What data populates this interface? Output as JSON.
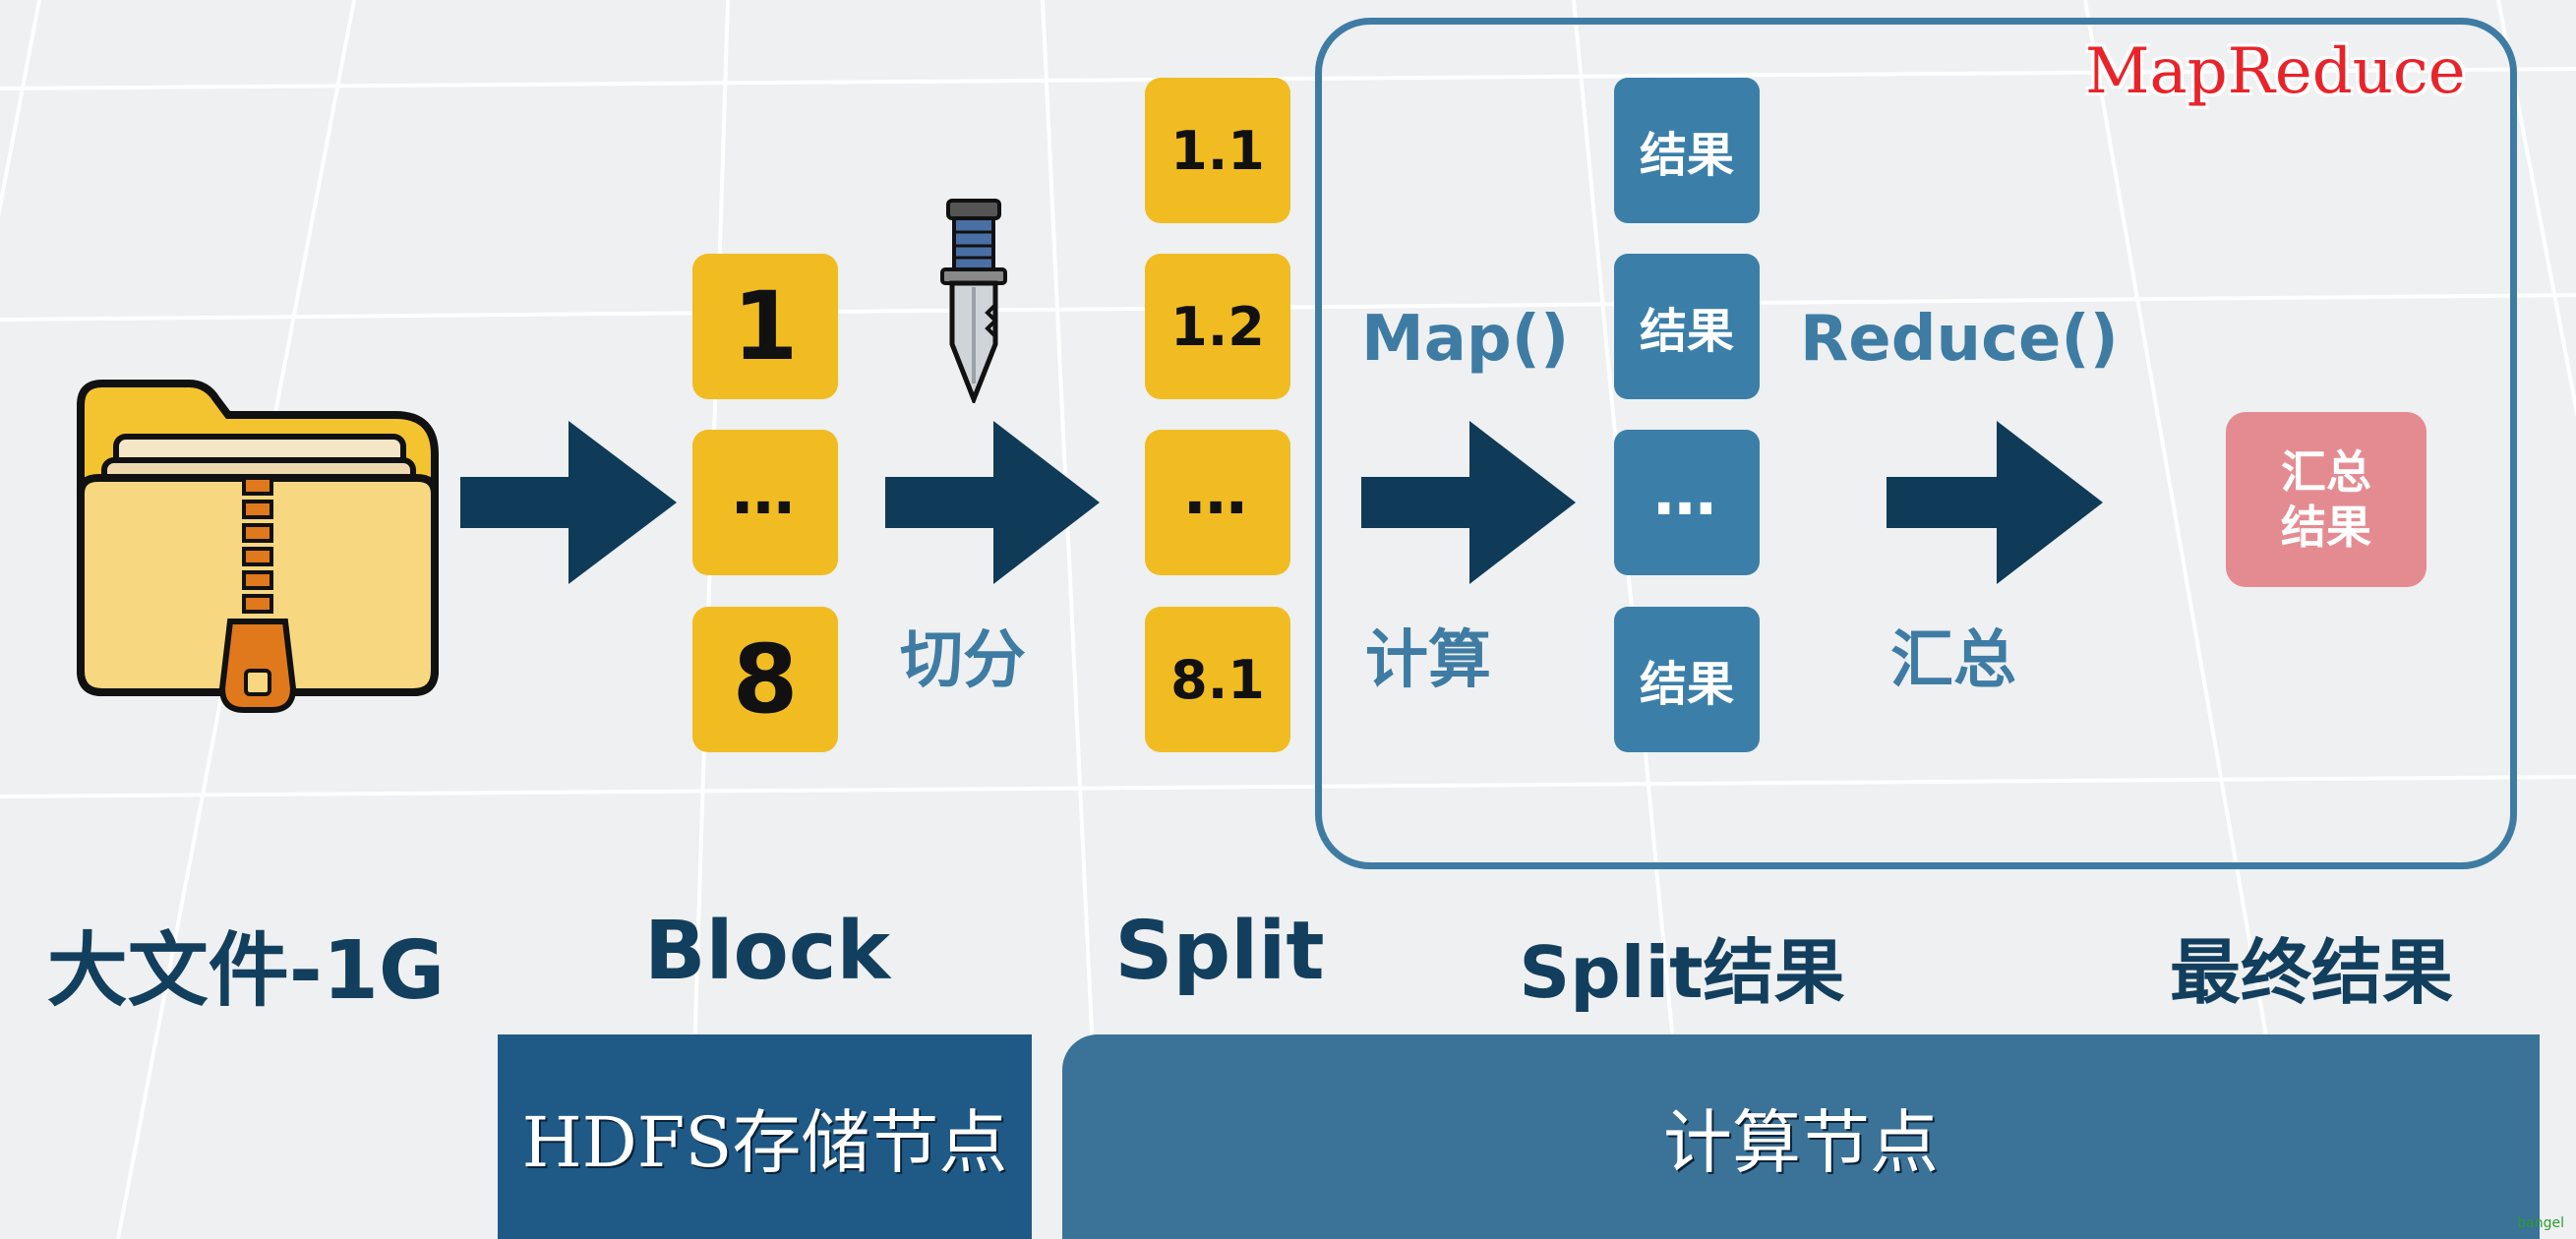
{
  "stages": {
    "file_label": "大文件-1G",
    "block_label": "Block",
    "split_label": "Split",
    "split_result_label": "Split结果",
    "final_result_label": "最终结果"
  },
  "blocks": [
    "1",
    "…",
    "8"
  ],
  "splits": [
    "1.1",
    "1.2",
    "…",
    "8.1"
  ],
  "results": [
    "结果",
    "结果",
    "…",
    "结果"
  ],
  "final_box": "汇总\n结果",
  "operations": {
    "cut": "切分",
    "map": "Map()",
    "compute": "计算",
    "reduce": "Reduce()",
    "aggregate": "汇总"
  },
  "mapreduce_title": "MapReduce",
  "nodes": {
    "hdfs": "HDFS存储节点",
    "compute": "计算节点"
  },
  "corner_text": "bangel",
  "colors": {
    "arrow": "#0f3a58",
    "block": "#f0bc22",
    "result": "#3b7fa9",
    "final": "#e48b91",
    "title": "#e8242a"
  },
  "icons": [
    "zip-folder-icon",
    "knife-icon"
  ]
}
